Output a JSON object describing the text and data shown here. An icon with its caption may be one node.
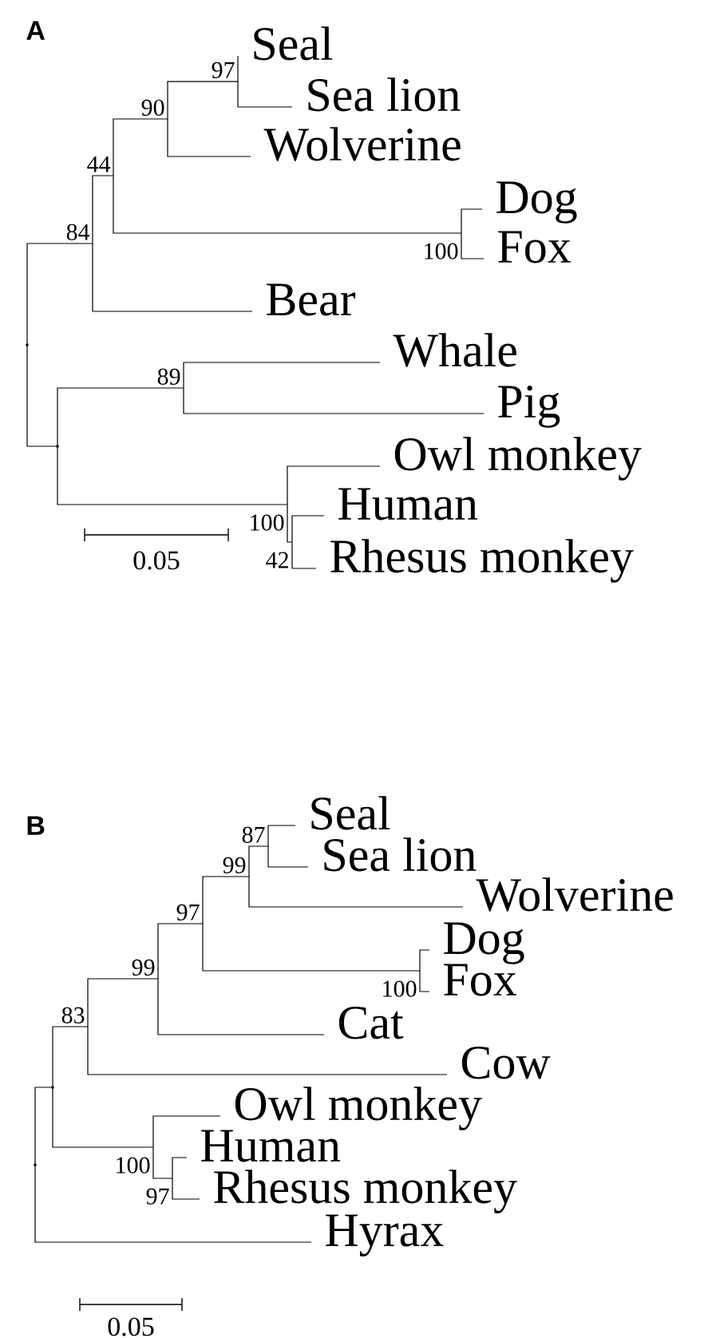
{
  "diagram": {
    "nodes": [
      {
        "text": [],
        "shape": "point"
      },
      {
        "text": [
          "84"
        ]
      },
      {
        "text": [
          "44"
        ]
      },
      {
        "text": [
          "90"
        ]
      },
      {
        "text": [
          "97"
        ]
      },
      {
        "text": [
          "Seal"
        ]
      },
      {
        "text": [
          "Sea lion"
        ]
      },
      {
        "text": [
          "Wolverine"
        ]
      },
      {
        "text": [
          "100"
        ]
      },
      {
        "text": [
          "Dog"
        ]
      },
      {
        "text": [
          "Fox"
        ]
      },
      {
        "text": [
          "Bear"
        ]
      },
      {
        "text": [],
        "shape": "point"
      },
      {
        "text": [
          "89"
        ]
      },
      {
        "text": [
          "Whale"
        ]
      },
      {
        "text": [
          "Pig"
        ]
      },
      {
        "text": [
          "100"
        ]
      },
      {
        "text": [
          "Owl monkey"
        ]
      },
      {
        "text": [
          "42"
        ]
      },
      {
        "text": [
          "Human"
        ]
      },
      {
        "text": [
          "Rhesus monkey"
        ]
      },
      {
        "text": [],
        "shape": "point"
      },
      {
        "text": [],
        "shape": "point"
      },
      {
        "text": [
          "83"
        ]
      },
      {
        "text": [
          "99"
        ]
      },
      {
        "text": [
          "97"
        ]
      },
      {
        "text": [
          "99"
        ]
      },
      {
        "text": [
          "87"
        ]
      },
      {
        "text": [
          "Seal"
        ]
      },
      {
        "text": [
          "Sea lion"
        ]
      },
      {
        "text": [
          "Wolverine"
        ]
      },
      {
        "text": [
          "100"
        ]
      },
      {
        "text": [
          "Dog"
        ]
      },
      {
        "text": [
          "Fox"
        ]
      },
      {
        "text": [
          "Cat"
        ]
      },
      {
        "text": [
          "Cow"
        ]
      },
      {
        "text": [
          "100"
        ]
      },
      {
        "text": [
          "Owl monkey"
        ]
      },
      {
        "text": [
          "97"
        ]
      },
      {
        "text": [
          "Human"
        ]
      },
      {
        "text": [
          "Rhesus monkey"
        ]
      },
      {
        "text": [
          "Hyrax"
        ]
      }
    ],
    "edges": [
      {
        "from": 0,
        "to": 1,
        "arrow": "none"
      },
      {
        "from": 0,
        "to": 12,
        "arrow": "none"
      },
      {
        "from": 1,
        "to": 2,
        "arrow": "none"
      },
      {
        "from": 1,
        "to": 11,
        "arrow": "none"
      },
      {
        "from": 2,
        "to": 3,
        "arrow": "none"
      },
      {
        "from": 2,
        "to": 8,
        "arrow": "none"
      },
      {
        "from": 3,
        "to": 4,
        "arrow": "none"
      },
      {
        "from": 3,
        "to": 7,
        "arrow": "none"
      },
      {
        "from": 4,
        "to": 5,
        "arrow": "none"
      },
      {
        "from": 4,
        "to": 6,
        "arrow": "none"
      },
      {
        "from": 8,
        "to": 9,
        "arrow": "none"
      },
      {
        "from": 8,
        "to": 10,
        "arrow": "none"
      },
      {
        "from": 12,
        "to": 13,
        "arrow": "none"
      },
      {
        "from": 12,
        "to": 16,
        "arrow": "none"
      },
      {
        "from": 13,
        "to": 14,
        "arrow": "none"
      },
      {
        "from": 13,
        "to": 15,
        "arrow": "none"
      },
      {
        "from": 16,
        "to": 17,
        "arrow": "none"
      },
      {
        "from": 16,
        "to": 18,
        "arrow": "none"
      },
      {
        "from": 18,
        "to": 19,
        "arrow": "none"
      },
      {
        "from": 18,
        "to": 20,
        "arrow": "none"
      },
      {
        "from": 21,
        "to": 22,
        "arrow": "none"
      },
      {
        "from": 21,
        "to": 41,
        "arrow": "none"
      },
      {
        "from": 22,
        "to": 23,
        "arrow": "none"
      },
      {
        "from": 22,
        "to": 36,
        "arrow": "none"
      },
      {
        "from": 23,
        "to": 24,
        "arrow": "none"
      },
      {
        "from": 23,
        "to": 35,
        "arrow": "none"
      },
      {
        "from": 24,
        "to": 25,
        "arrow": "none"
      },
      {
        "from": 24,
        "to": 34,
        "arrow": "none"
      },
      {
        "from": 25,
        "to": 26,
        "arrow": "none"
      },
      {
        "from": 25,
        "to": 31,
        "arrow": "none"
      },
      {
        "from": 26,
        "to": 27,
        "arrow": "none"
      },
      {
        "from": 26,
        "to": 30,
        "arrow": "none"
      },
      {
        "from": 27,
        "to": 28,
        "arrow": "none"
      },
      {
        "from": 27,
        "to": 29,
        "arrow": "none"
      },
      {
        "from": 31,
        "to": 32,
        "arrow": "none"
      },
      {
        "from": 31,
        "to": 33,
        "arrow": "none"
      },
      {
        "from": 36,
        "to": 37,
        "arrow": "none"
      },
      {
        "from": 36,
        "to": 38,
        "arrow": "none"
      },
      {
        "from": 38,
        "to": 39,
        "arrow": "none"
      },
      {
        "from": 38,
        "to": 40,
        "arrow": "none"
      }
    ],
    "labels": [
      "A",
      "0.05",
      "B",
      "0.05"
    ]
  }
}
